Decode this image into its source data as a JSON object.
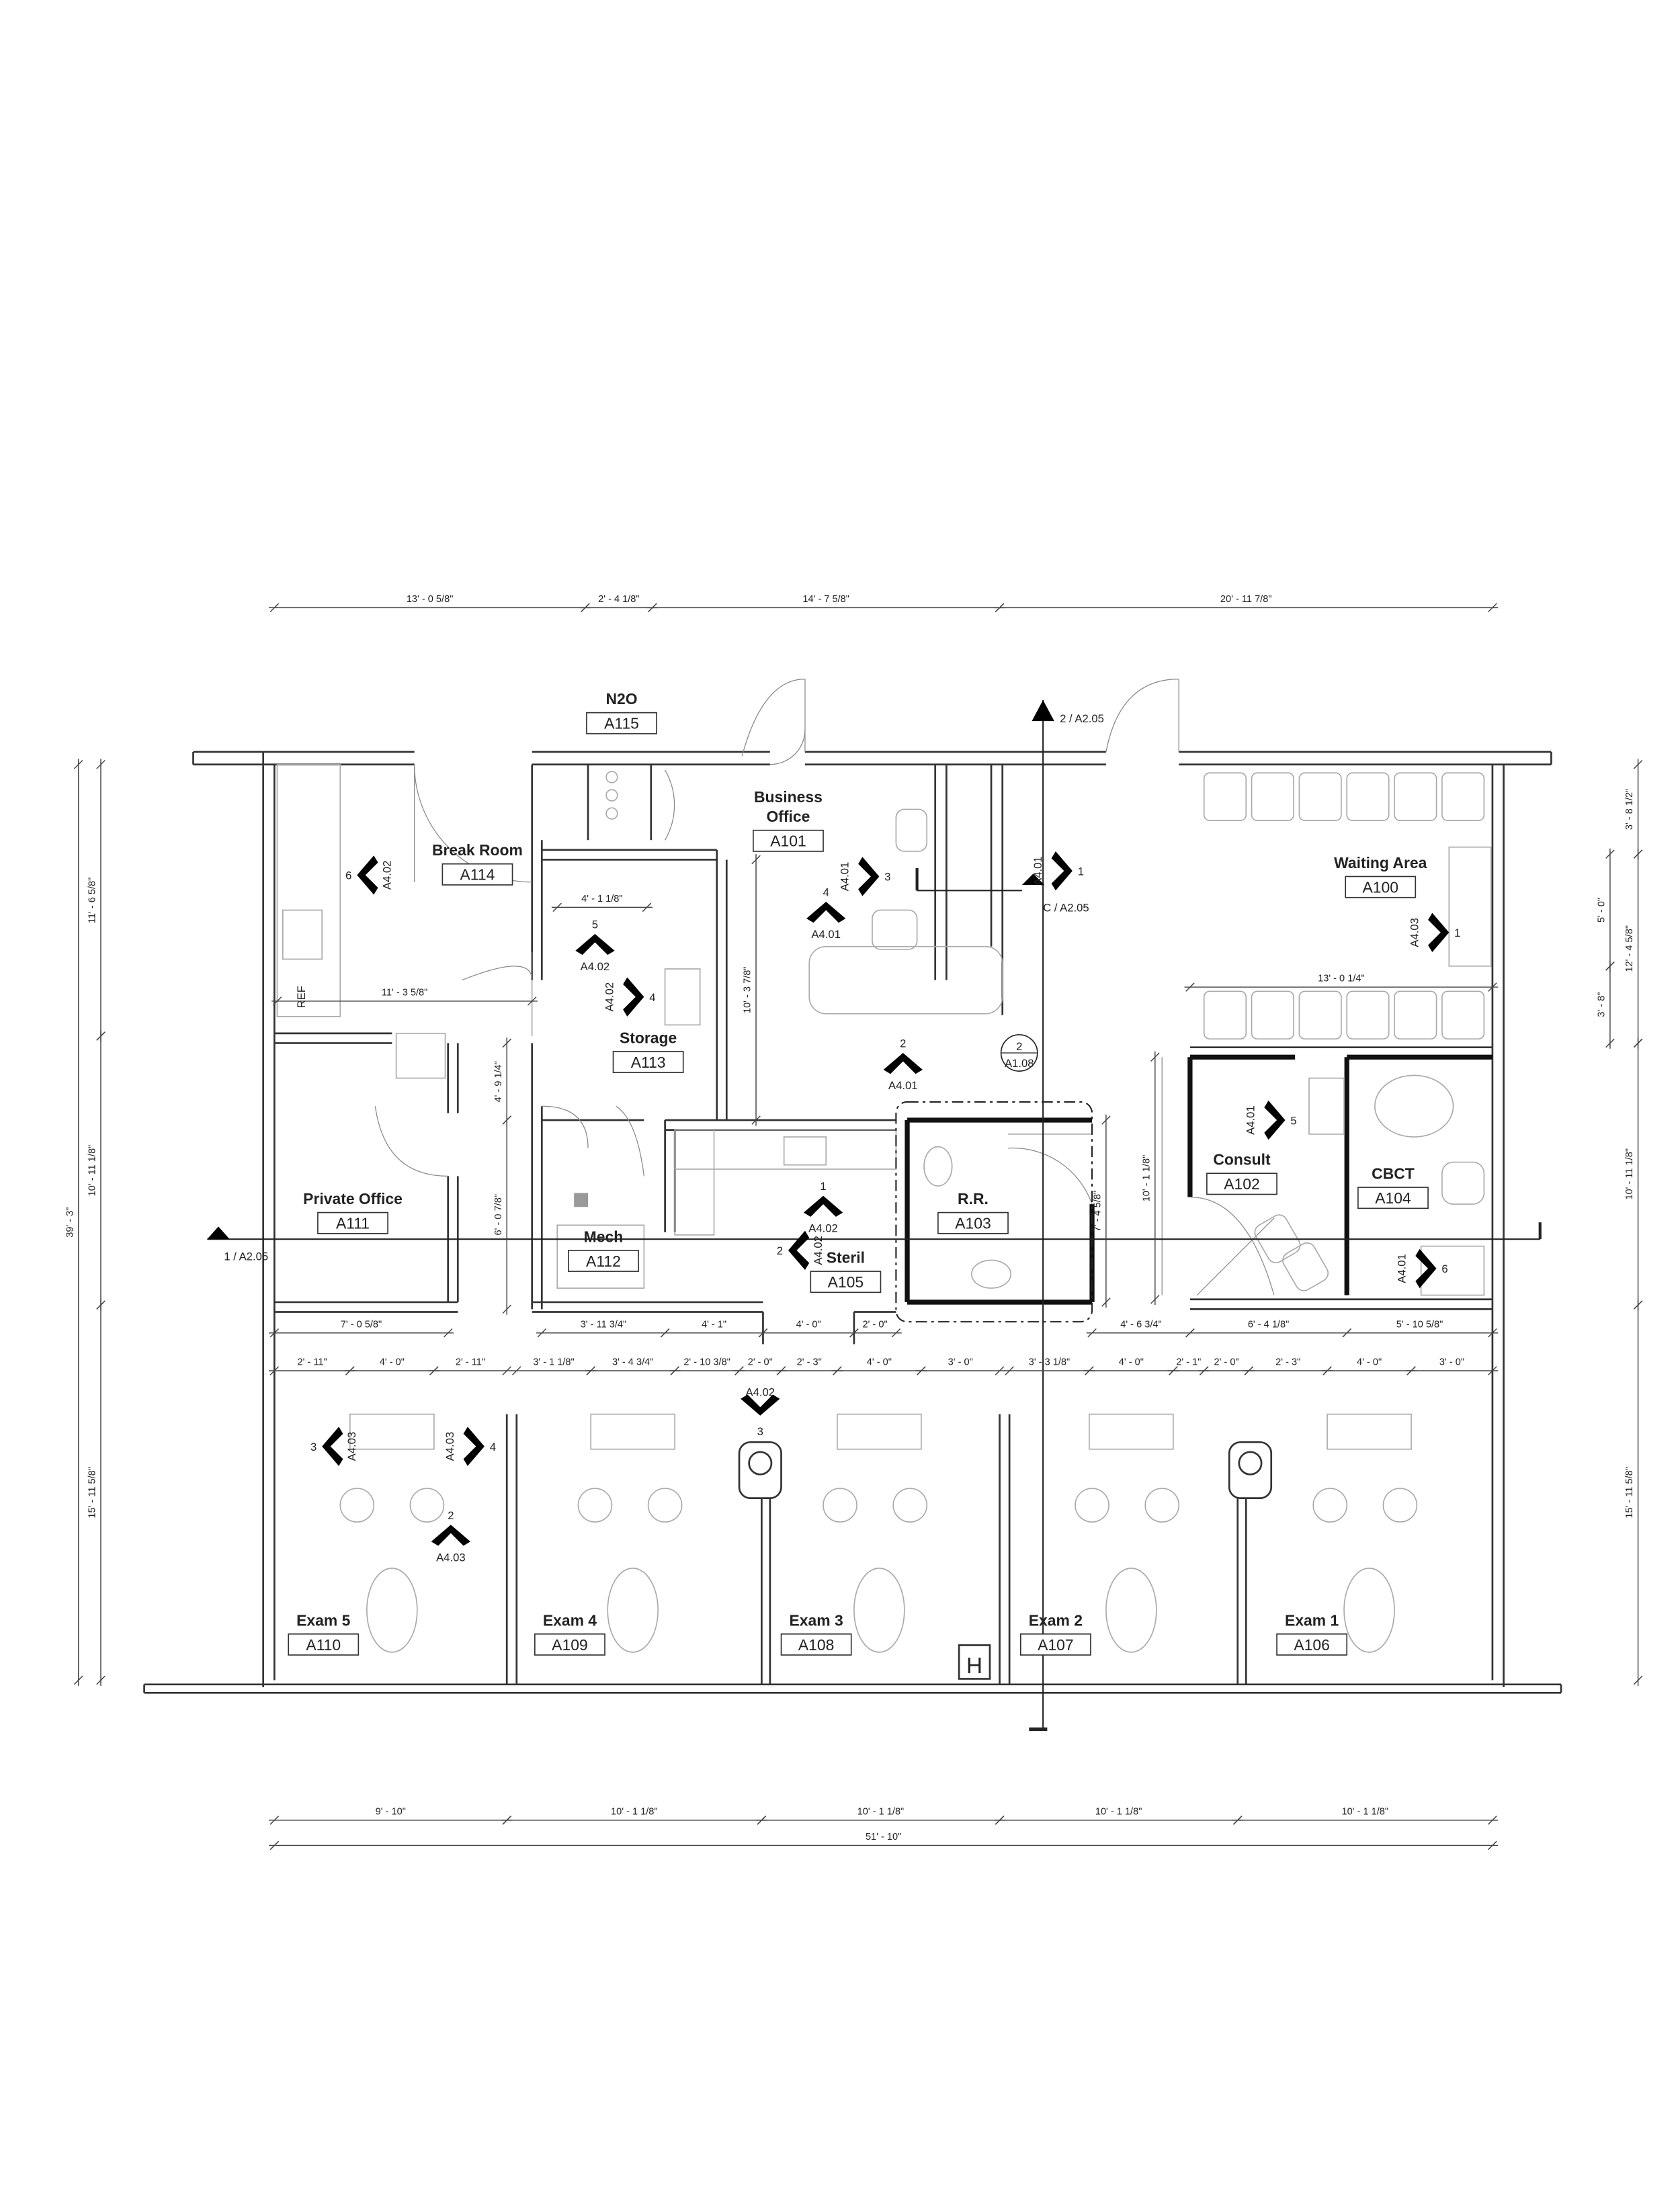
{
  "rooms": [
    {
      "name": "N2O",
      "number": "A115"
    },
    {
      "name": "Business Office",
      "number": "A101"
    },
    {
      "name": "Break Room",
      "number": "A114"
    },
    {
      "name": "Waiting Area",
      "number": "A100"
    },
    {
      "name": "Storage",
      "number": "A113"
    },
    {
      "name": "Private Office",
      "number": "A111"
    },
    {
      "name": "Mech",
      "number": "A112"
    },
    {
      "name": "Steril",
      "number": "A105"
    },
    {
      "name": "R.R.",
      "number": "A103"
    },
    {
      "name": "Consult",
      "number": "A102"
    },
    {
      "name": "CBCT",
      "number": "A104"
    },
    {
      "name": "Exam 5",
      "number": "A110"
    },
    {
      "name": "Exam 4",
      "number": "A109"
    },
    {
      "name": "Exam 3",
      "number": "A108"
    },
    {
      "name": "Exam 2",
      "number": "A107"
    },
    {
      "name": "Exam 1",
      "number": "A106"
    }
  ],
  "dimensions": {
    "top": [
      "13' - 0 5/8\"",
      "2' - 4 1/8\"",
      "14' - 7 5/8\"",
      "20' - 11 7/8\""
    ],
    "left": [
      "11' - 6 5/8\"",
      "10' - 11 1/8\"",
      "15' - 11 5/8\"",
      "39' - 3\""
    ],
    "right": [
      "3' - 8 1/2\"",
      "5' - 0\"",
      "12' - 4 5/8\"",
      "3' - 8\"",
      "10' - 11 1/8\"",
      "15' - 11 5/8\""
    ],
    "interior": [
      "4' - 1 1/8\"",
      "11' - 3 5/8\"",
      "4' - 9 1/4\"",
      "6' - 0 7/8\"",
      "10' - 3 7/8\"",
      "13' - 0 1/4\"",
      "10' - 1 1/8\"",
      "7' - 4 5/8\""
    ],
    "mid_row": [
      "7' - 0 5/8\"",
      "3' - 11 3/4\"",
      "4' - 1\"",
      "4' - 0\"",
      "2' - 0\"",
      "4' - 6 3/4\"",
      "6' - 4 1/8\"",
      "5' - 10 5/8\""
    ],
    "exam_row": [
      "2' - 11\"",
      "4' - 0\"",
      "2' - 11\"",
      "3' - 1 1/8\"",
      "3' - 4 3/4\"",
      "2' - 10 3/8\"",
      "2' - 0\"",
      "2' - 3\"",
      "4' - 0\"",
      "3' - 0\"",
      "3' - 3 1/8\"",
      "4' - 0\"",
      "2' - 1\"",
      "2' - 0\"",
      "2' - 3\"",
      "4' - 0\"",
      "3' - 0\""
    ],
    "bottom": [
      "9' - 10\"",
      "10' - 1 1/8\"",
      "10' - 1 1/8\"",
      "10' - 1 1/8\"",
      "10' - 1 1/8\""
    ],
    "overall": "51' - 10\""
  },
  "section_refs": [
    "2 / A2.05",
    "C / A2.05",
    "1 / A2.05"
  ],
  "callout": {
    "num": "2",
    "sheet": "A1.08"
  },
  "markers": [
    {
      "num": "6",
      "sheet": "A4.02"
    },
    {
      "num": "5",
      "sheet": "A4.02"
    },
    {
      "num": "4",
      "sheet": "A4.02"
    },
    {
      "num": "3",
      "sheet": "A4.01"
    },
    {
      "num": "4",
      "sheet": "A4.01"
    },
    {
      "num": "1",
      "sheet": "A4.01"
    },
    {
      "num": "1",
      "sheet": "A4.03"
    },
    {
      "num": "2",
      "sheet": "A4.01"
    },
    {
      "num": "5",
      "sheet": "A4.01"
    },
    {
      "num": "1",
      "sheet": "A4.02"
    },
    {
      "num": "2",
      "sheet": "A4.02"
    },
    {
      "num": "6",
      "sheet": "A4.01"
    },
    {
      "num": "3",
      "sheet": "A4.03"
    },
    {
      "num": "4",
      "sheet": "A4.03"
    },
    {
      "num": "2",
      "sheet": "A4.03"
    },
    {
      "num": "3",
      "sheet": "A4.02"
    }
  ],
  "labels": {
    "ref": "REF",
    "h": "H"
  }
}
